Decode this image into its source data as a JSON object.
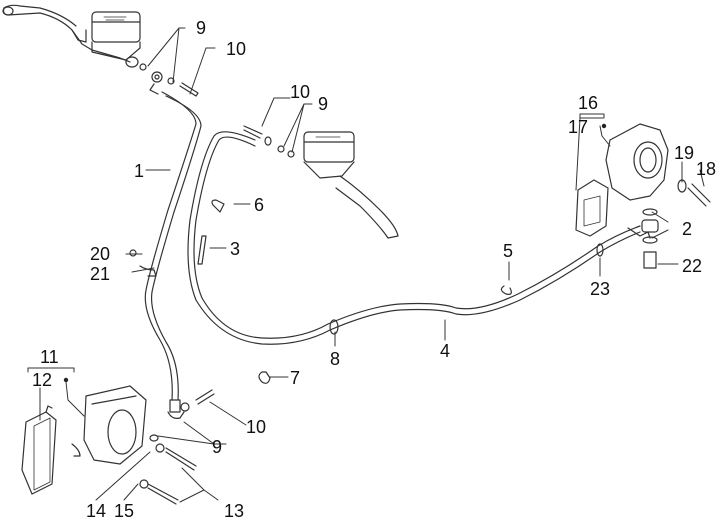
{
  "diagram": {
    "title": "Brake system exploded parts diagram",
    "labels": [
      {
        "id": "label-1",
        "text": "1"
      },
      {
        "id": "label-2",
        "text": "2"
      },
      {
        "id": "label-3",
        "text": "3"
      },
      {
        "id": "label-4",
        "text": "4"
      },
      {
        "id": "label-5",
        "text": "5"
      },
      {
        "id": "label-6",
        "text": "6"
      },
      {
        "id": "label-7",
        "text": "7"
      },
      {
        "id": "label-8",
        "text": "8"
      },
      {
        "id": "label-9a",
        "text": "9"
      },
      {
        "id": "label-9b",
        "text": "9"
      },
      {
        "id": "label-9c",
        "text": "9"
      },
      {
        "id": "label-10a",
        "text": "10"
      },
      {
        "id": "label-10b",
        "text": "10"
      },
      {
        "id": "label-10c",
        "text": "10"
      },
      {
        "id": "label-11",
        "text": "11"
      },
      {
        "id": "label-12",
        "text": "12"
      },
      {
        "id": "label-13",
        "text": "13"
      },
      {
        "id": "label-14",
        "text": "14"
      },
      {
        "id": "label-15",
        "text": "15"
      },
      {
        "id": "label-16",
        "text": "16"
      },
      {
        "id": "label-17",
        "text": "17"
      },
      {
        "id": "label-18",
        "text": "18"
      },
      {
        "id": "label-19",
        "text": "19"
      },
      {
        "id": "label-20",
        "text": "20"
      },
      {
        "id": "label-21",
        "text": "21"
      },
      {
        "id": "label-22",
        "text": "22"
      },
      {
        "id": "label-23",
        "text": "23"
      }
    ],
    "parts": [
      "left-brake-lever-master-cylinder",
      "right-brake-lever-master-cylinder",
      "front-brake-hose",
      "rear-brake-hose",
      "front-brake-caliper",
      "brake-pads",
      "rear-brake-caliper",
      "rear-brake-pads"
    ]
  }
}
